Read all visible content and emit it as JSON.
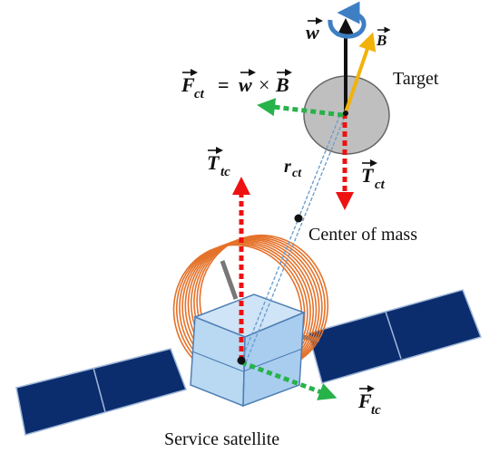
{
  "labels": {
    "target": "Target",
    "center_of_mass": "Center of mass",
    "service_satellite": "Service satellite"
  },
  "symbols": {
    "w": "w",
    "B": "B",
    "F_ct_lhs": "F",
    "F_ct_lhs_sub": "ct",
    "equals": "=",
    "w_rhs": "w",
    "times": "×",
    "B_rhs": "B",
    "T_tc": "T",
    "T_tc_sub": "tc",
    "r_ct": "r",
    "r_ct_sub": "ct",
    "T_ct": "T",
    "T_ct_sub": "ct",
    "F_tc": "F",
    "F_tc_sub": "tc"
  },
  "colors": {
    "panel": "#0b2d6e",
    "cube": "#b9d8f2",
    "coil": "#e4722a",
    "target": "#bfbfbf",
    "red_arrow": "#ee1111",
    "green_arrow": "#27b24a",
    "b_vector": "#f2b20a",
    "spin": "#3e7fc4",
    "line": "#6e9ed0"
  }
}
